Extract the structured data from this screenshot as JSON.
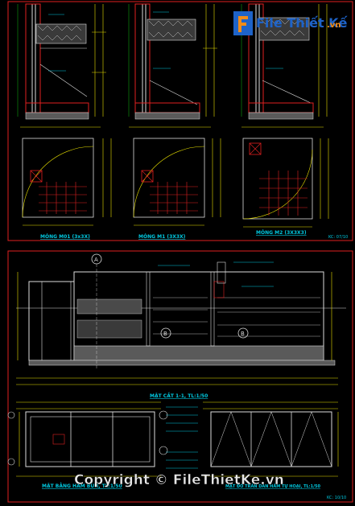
{
  "sheet_top": {
    "titles": [
      "MÓNG M01 (3x3X)",
      "MÓNG M1 (3X3X)",
      "MÓNG M2 (3X3X3)"
    ],
    "sheet_no": "KC: 07/10"
  },
  "sheet_bottom": {
    "section_title": "MẶT CẮT 1-1, TL:1/50",
    "plan_left_title": "MẶT BẰNG HẦM BÙN, TL:1/50",
    "plan_right_title": "MẶT ĐỔ TRẦN DAN HẦM TỰ HOẠI, TL:1/50",
    "sheet_no": "KC: 10/10",
    "grid_a": "A",
    "grid_b": "B"
  },
  "watermark": {
    "logo_text": "File Thiết Kế",
    "logo_suffix": ".vn",
    "copyright": "Copyright © FileThietKe.vn"
  },
  "colors": {
    "frame": "#e02020",
    "dimension": "#e8e000",
    "text": "#00c8e0",
    "logo_blue": "#1e63c8",
    "logo_orange": "#f28c18"
  }
}
